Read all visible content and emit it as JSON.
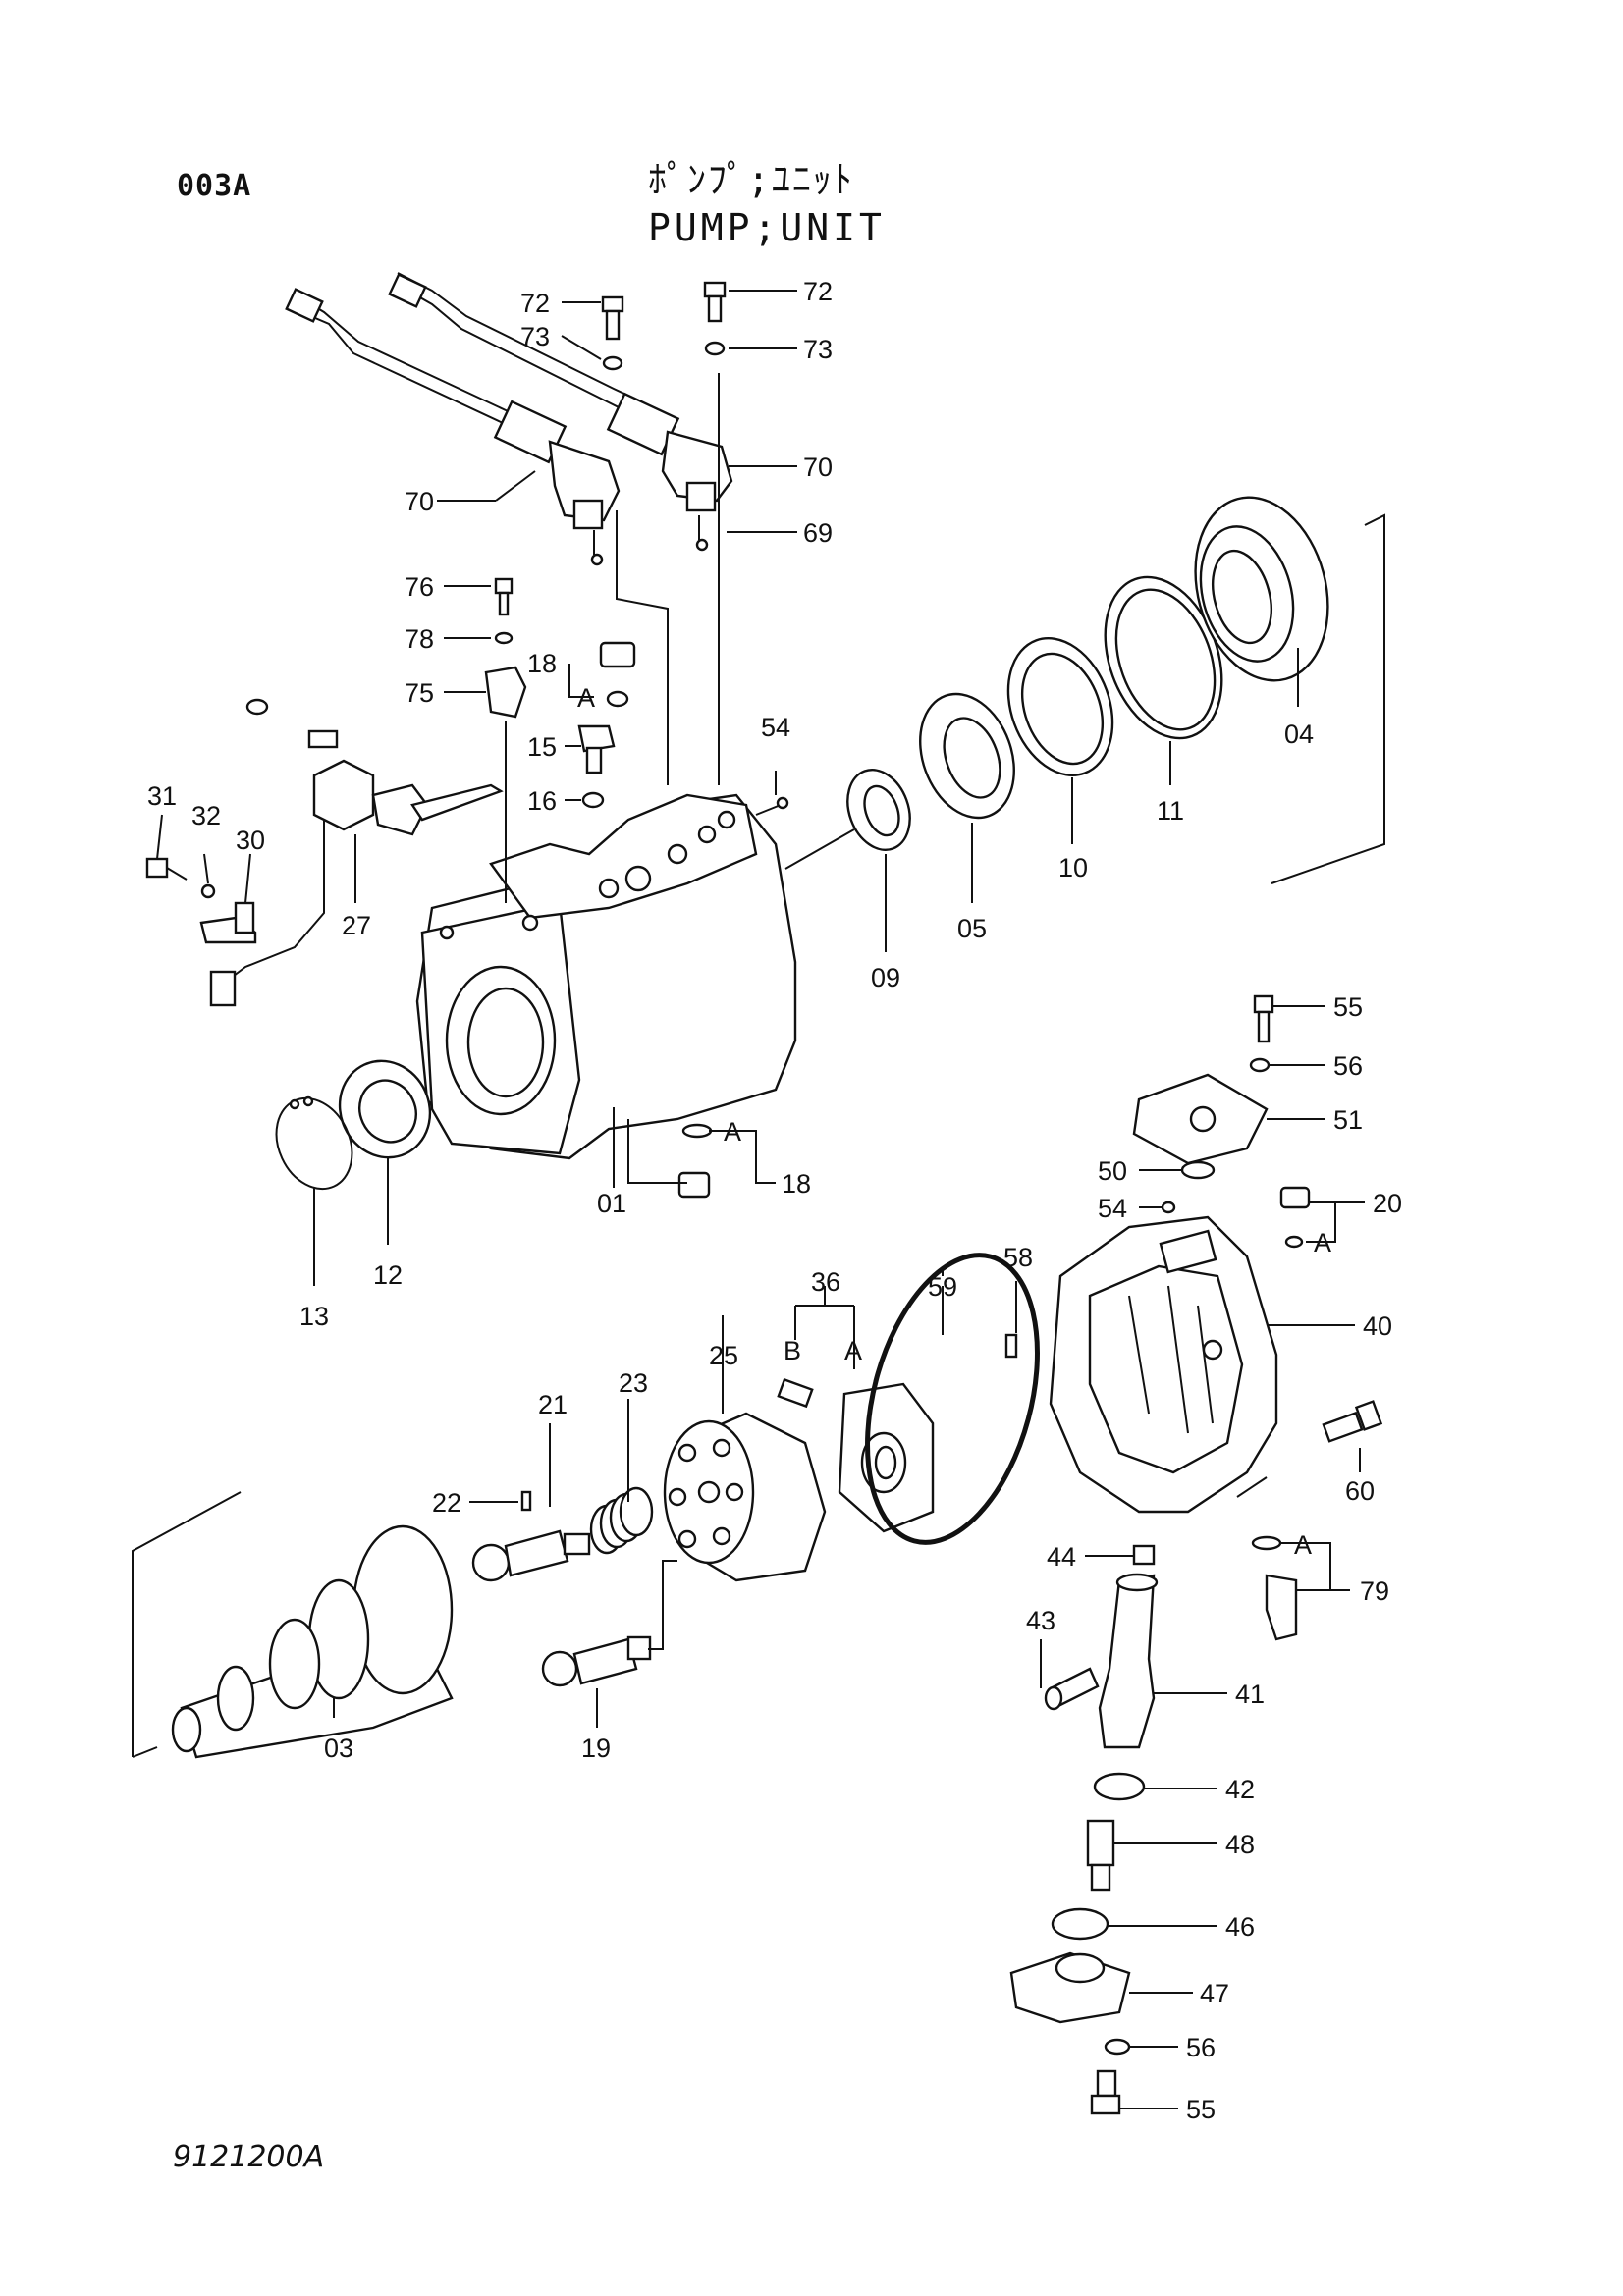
{
  "header": {
    "code": "003A",
    "title_jp": "ﾎﾟﾝﾌﾟ;ﾕﾆｯﾄ",
    "title_en": "PUMP;UNIT"
  },
  "footer": {
    "drawing_no": "9121200A"
  },
  "callouts": {
    "p72a": "72",
    "p73a": "73",
    "p72b": "72",
    "p73b": "73",
    "p70a": "70",
    "p70b": "70",
    "p69": "69",
    "p76": "76",
    "p78": "78",
    "p75": "75",
    "p18a": "18",
    "pAa": "A",
    "p15": "15",
    "p16": "16",
    "p54a": "54",
    "p31": "31",
    "p32": "32",
    "p30": "30",
    "p27": "27",
    "p09": "09",
    "p05": "05",
    "p10": "10",
    "p11": "11",
    "p04": "04",
    "pAb": "A",
    "p18b": "18",
    "p01": "01",
    "p12": "12",
    "p13": "13",
    "p55a": "55",
    "p56a": "56",
    "p51": "51",
    "p50": "50",
    "p54b": "54",
    "p20": "20",
    "pAc": "A",
    "p40": "40",
    "p58": "58",
    "p59": "59",
    "p36": "36",
    "pB": "B",
    "pAd": "A",
    "p25": "25",
    "p23": "23",
    "p21": "21",
    "p22": "22",
    "p60": "60",
    "pAe": "A",
    "p79": "79",
    "p44": "44",
    "p43": "43",
    "p41": "41",
    "p42": "42",
    "p48": "48",
    "p46": "46",
    "p47": "47",
    "p56b": "56",
    "p55b": "55",
    "p03": "03",
    "p19": "19"
  }
}
